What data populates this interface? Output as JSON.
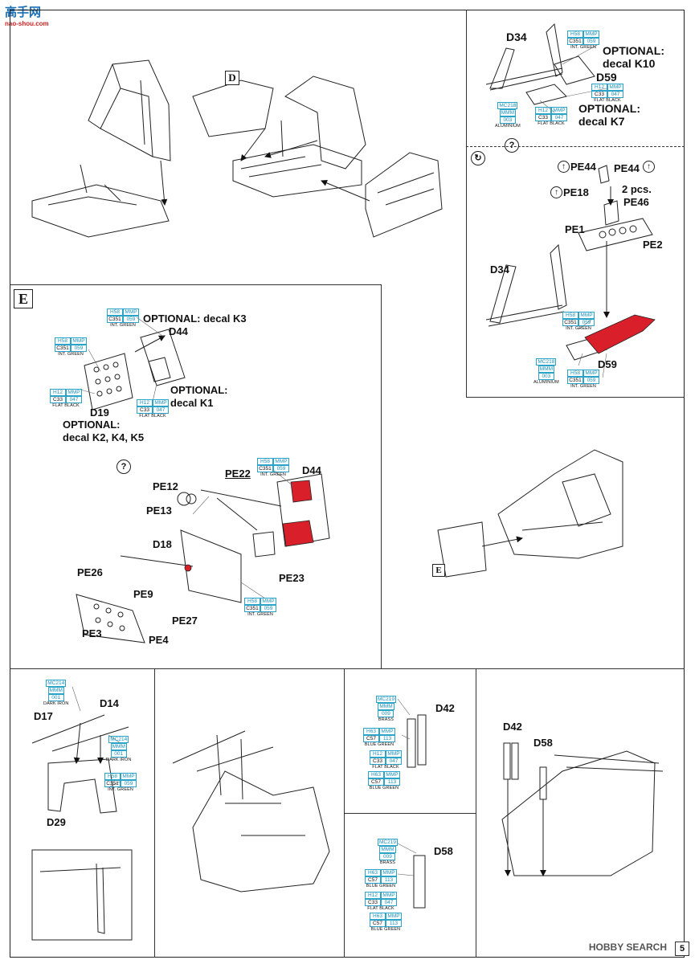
{
  "watermark": {
    "top": "高手网",
    "bottom": "nao-shou.com"
  },
  "footer": {
    "brand": "HOBBY SEARCH",
    "page": "5"
  },
  "steps": {
    "D": "D",
    "E": "E",
    "E_small": "E"
  },
  "icons": {
    "question": "?",
    "rotate": "↻",
    "bend": "↑"
  },
  "sectionD_optional": {
    "d34": "D34",
    "d59": "D59",
    "opt1": "OPTIONAL:",
    "opt1b": "decal K10",
    "opt2": "OPTIONAL:",
    "opt2b": "decal K7",
    "paints": [
      {
        "a": "H58",
        "b": "MMP",
        "c": "C351",
        "d": "059",
        "cap": "INT. GREEN"
      },
      {
        "a": "H12",
        "b": "MMP",
        "c": "C33",
        "d": "047",
        "cap": "FLAT BLACK"
      },
      {
        "a": "MC218",
        "b": "MMM",
        "c": "003",
        "d": "",
        "cap": "ALUMINIUM"
      },
      {
        "a": "H12",
        "b": "MMP",
        "c": "C33",
        "d": "047",
        "cap": "FLAT BLACK"
      }
    ]
  },
  "sectionPE": {
    "pe44a": "PE44",
    "pe44b": "PE44",
    "pe18": "PE18",
    "pcs": "2 pcs.",
    "pe46": "PE46",
    "pe1": "PE1",
    "pe2": "PE2",
    "d34": "D34",
    "d59": "D59",
    "paints": [
      {
        "a": "H58",
        "b": "MMP",
        "c": "C351",
        "d": "059",
        "cap": "INT. GREEN"
      },
      {
        "a": "MC218",
        "b": "MMM",
        "c": "003",
        "d": "",
        "cap": "ALUMINIUM"
      },
      {
        "a": "H58",
        "b": "MMP",
        "c": "C351",
        "d": "059",
        "cap": "INT. GREEN"
      }
    ]
  },
  "sectionE": {
    "optK3": "OPTIONAL: decal K3",
    "d44": "D44",
    "optK1a": "OPTIONAL:",
    "optK1b": "decal K1",
    "d19": "D19",
    "optK2a": "OPTIONAL:",
    "optK2b": "decal K2, K4, K5",
    "pe12": "PE12",
    "pe13": "PE13",
    "pe22": "PE22",
    "d44b": "D44",
    "d18": "D18",
    "pe26": "PE26",
    "pe9": "PE9",
    "pe27": "PE27",
    "pe23": "PE23",
    "pe3": "PE3",
    "pe4": "PE4",
    "paints": [
      {
        "a": "H58",
        "b": "MMP",
        "c": "C351",
        "d": "059",
        "cap": "INT. GREEN"
      },
      {
        "a": "H58",
        "b": "MMP",
        "c": "C351",
        "d": "059",
        "cap": "INT. GREEN"
      },
      {
        "a": "H12",
        "b": "MMP",
        "c": "C33",
        "d": "047",
        "cap": "FLAT BLACK"
      },
      {
        "a": "H12",
        "b": "MMP",
        "c": "C33",
        "d": "047",
        "cap": "FLAT BLACK"
      },
      {
        "a": "H58",
        "b": "MMP",
        "c": "C351",
        "d": "059",
        "cap": "INT. GREEN"
      },
      {
        "a": "H58",
        "b": "MMP",
        "c": "C351",
        "d": "059",
        "cap": "INT. GREEN"
      }
    ]
  },
  "bottom": {
    "d14": "D14",
    "d17": "D17",
    "d29": "D29",
    "d42": "D42",
    "d42b": "D42",
    "d58": "D58",
    "d58b": "D58",
    "paintsGun": [
      {
        "a": "MC214",
        "b": "MMM",
        "c": "001",
        "d": "",
        "cap": "DARK IRON"
      },
      {
        "a": "MC214",
        "b": "MMM",
        "c": "001",
        "d": "",
        "cap": "DARK IRON"
      },
      {
        "a": "H58",
        "b": "MMP",
        "c": "C351",
        "d": "059",
        "cap": "INT. GREEN"
      }
    ],
    "paintsD42": [
      {
        "a": "MC219",
        "b": "MMM",
        "c": "009",
        "d": "",
        "cap": "BRASS"
      },
      {
        "a": "H63",
        "b": "MMP",
        "c": "C57",
        "d": "113",
        "cap": "BLUE GREEN"
      },
      {
        "a": "H12",
        "b": "MMP",
        "c": "C33",
        "d": "047",
        "cap": "FLAT BLACK"
      },
      {
        "a": "H63",
        "b": "MMP",
        "c": "C57",
        "d": "113",
        "cap": "BLUE GREEN"
      }
    ],
    "paintsD58": [
      {
        "a": "MC219",
        "b": "MMM",
        "c": "009",
        "d": "",
        "cap": "BRASS"
      },
      {
        "a": "H63",
        "b": "MMP",
        "c": "C57",
        "d": "113",
        "cap": "BLUE GREEN"
      },
      {
        "a": "H12",
        "b": "MMP",
        "c": "C33",
        "d": "047",
        "cap": "FLAT BLACK"
      },
      {
        "a": "H63",
        "b": "MMP",
        "c": "C57",
        "d": "113",
        "cap": "BLUE GREEN"
      }
    ]
  },
  "colors": {
    "highlight": "#d9202a",
    "paintCode": "#2aa4c9",
    "line": "#222222"
  }
}
